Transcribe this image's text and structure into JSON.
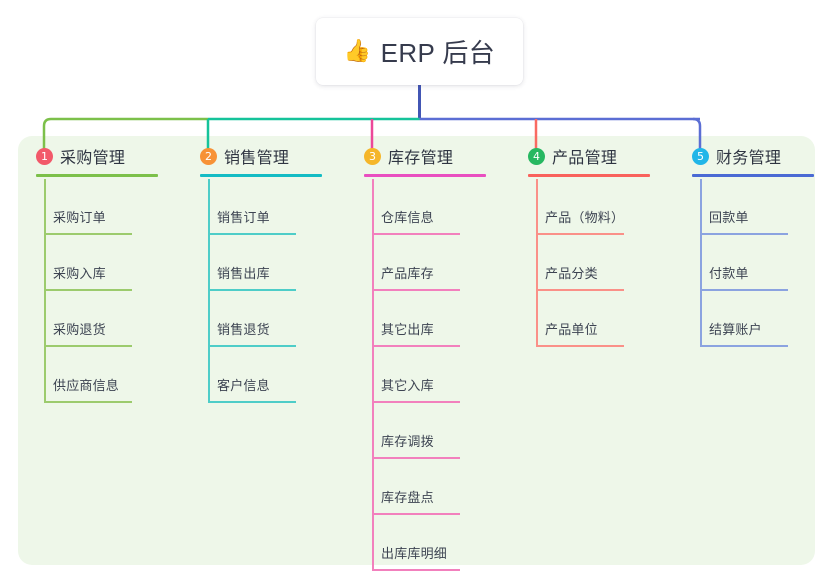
{
  "root": {
    "icon": "thumbs-up-icon",
    "icon_glyph": "👍",
    "label": "ERP 后台"
  },
  "panel": {
    "background_color": "#eef7e9"
  },
  "connector": {
    "root_stem_color": "#4256b4",
    "segments": [
      {
        "color": "#7cc04a"
      },
      {
        "color": "#15c39a"
      },
      {
        "color": "#ec4899"
      },
      {
        "color": "#f96a62"
      },
      {
        "color": "#5b6ed4"
      }
    ]
  },
  "columns": [
    {
      "number": "1",
      "title": "采购管理",
      "badge_color": "#f2596a",
      "line_color": "#7cc04a",
      "item_line_color": "#9ccb6d",
      "items": [
        {
          "label": "采购订单"
        },
        {
          "label": "采购入库"
        },
        {
          "label": "采购退货"
        },
        {
          "label": "供应商信息"
        }
      ]
    },
    {
      "number": "2",
      "title": "销售管理",
      "badge_color": "#f79236",
      "line_color": "#14bcc4",
      "item_line_color": "#4ecdc8",
      "items": [
        {
          "label": "销售订单"
        },
        {
          "label": "销售出库"
        },
        {
          "label": "销售退货"
        },
        {
          "label": "客户信息"
        }
      ]
    },
    {
      "number": "3",
      "title": "库存管理",
      "badge_color": "#f5b62a",
      "line_color": "#e94fc0",
      "item_line_color": "#f280bd",
      "items": [
        {
          "label": "仓库信息"
        },
        {
          "label": "产品库存"
        },
        {
          "label": "其它出库"
        },
        {
          "label": "其它入库"
        },
        {
          "label": "库存调拨"
        },
        {
          "label": "库存盘点"
        },
        {
          "label": "出库库明细"
        }
      ]
    },
    {
      "number": "4",
      "title": "产品管理",
      "badge_color": "#27b861",
      "line_color": "#f9625c",
      "item_line_color": "#fa9088",
      "items": [
        {
          "label": "产品（物料）"
        },
        {
          "label": "产品分类"
        },
        {
          "label": "产品单位"
        }
      ]
    },
    {
      "number": "5",
      "title": "财务管理",
      "badge_color": "#21b6e8",
      "line_color": "#4a6ad4",
      "item_line_color": "#8ba3e0",
      "items": [
        {
          "label": "回款单"
        },
        {
          "label": "付款单"
        },
        {
          "label": "结算账户"
        }
      ]
    }
  ]
}
